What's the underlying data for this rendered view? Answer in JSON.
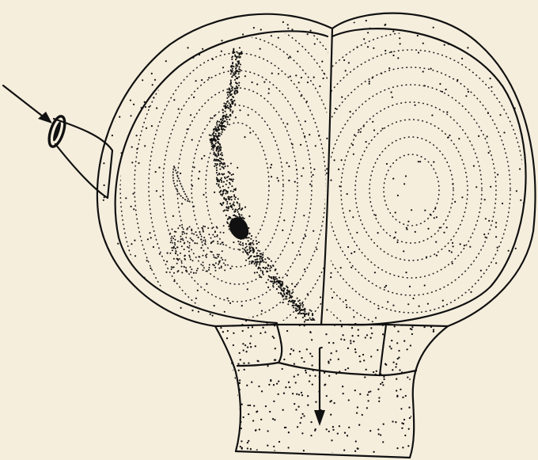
{
  "figure": {
    "background": "#f6eedd",
    "ink": "#111111",
    "arrows": [
      {
        "name": "inflow-arrow",
        "direction": "down-right"
      },
      {
        "name": "outflow-arrow",
        "direction": "down"
      }
    ],
    "structures": [
      "oogonium-wall",
      "left-lobe",
      "right-lobe",
      "partition-wall",
      "antheridial-tube",
      "stalk-cell-upper",
      "stalk-cell-lower",
      "dense-plug"
    ]
  }
}
